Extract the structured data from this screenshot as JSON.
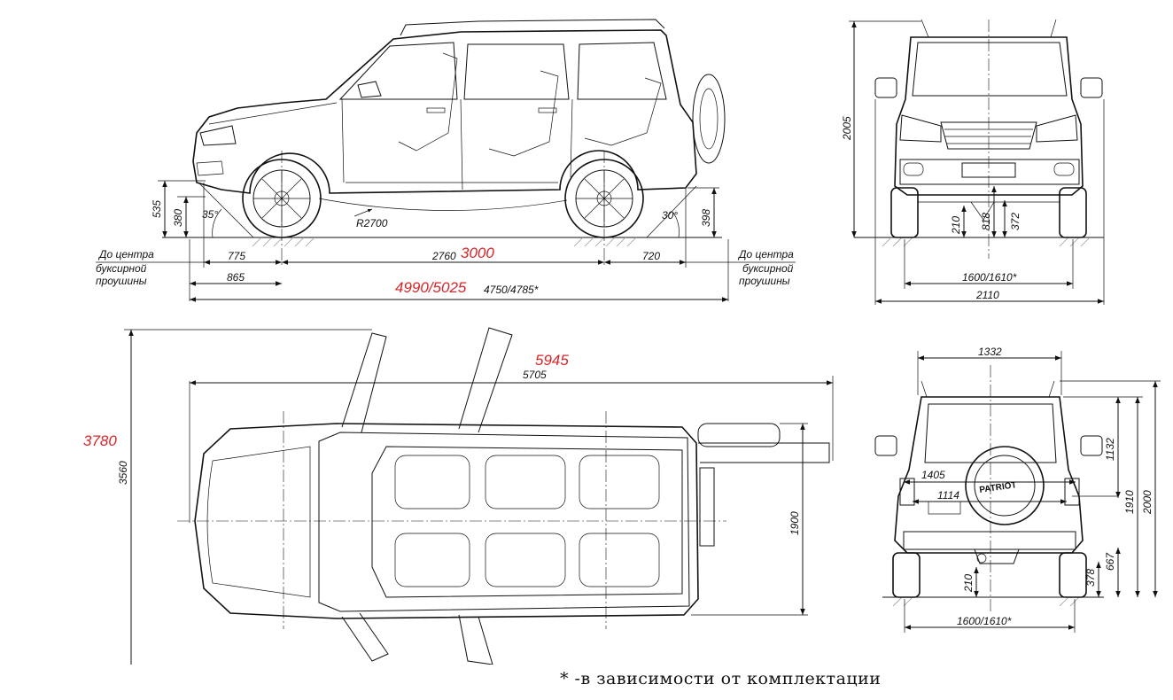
{
  "side_view": {
    "d_535": "535",
    "d_380": "380",
    "d_35deg": "35°",
    "d_r2700": "R2700",
    "d_30deg": "30°",
    "d_398": "398",
    "d_775": "775",
    "d_2760": "2760",
    "d_3000": "3000",
    "d_720": "720",
    "d_865": "865",
    "d_4990_5025": "4990/5025",
    "d_4750_4785": "4750/4785*",
    "tow_left": [
      "До центра",
      "буксирной",
      "проушины"
    ],
    "tow_right": [
      "До центра",
      "буксирной",
      "проушины"
    ]
  },
  "front_view": {
    "d_2005": "2005",
    "d_210": "210",
    "d_818": "818",
    "d_372": "372",
    "d_1600_1610": "1600/1610*",
    "d_2110": "2110"
  },
  "top_view": {
    "d_5945": "5945",
    "d_5705": "5705",
    "d_3780": "3780",
    "d_3560": "3560",
    "d_1900": "1900"
  },
  "rear_view": {
    "d_1332": "1332",
    "d_1405": "1405",
    "d_1114": "1114",
    "brand": "PATRIOT",
    "d_1132": "1132",
    "d_1910": "1910",
    "d_2000": "2000",
    "d_667": "667",
    "d_378": "378",
    "d_210": "210",
    "d_1600_1610": "1600/1610*"
  },
  "footnote": "*  -в  зависимости  от  комплектации",
  "colors": {
    "ink": "#111111",
    "accent": "#d6262a",
    "ground": "#999999"
  }
}
